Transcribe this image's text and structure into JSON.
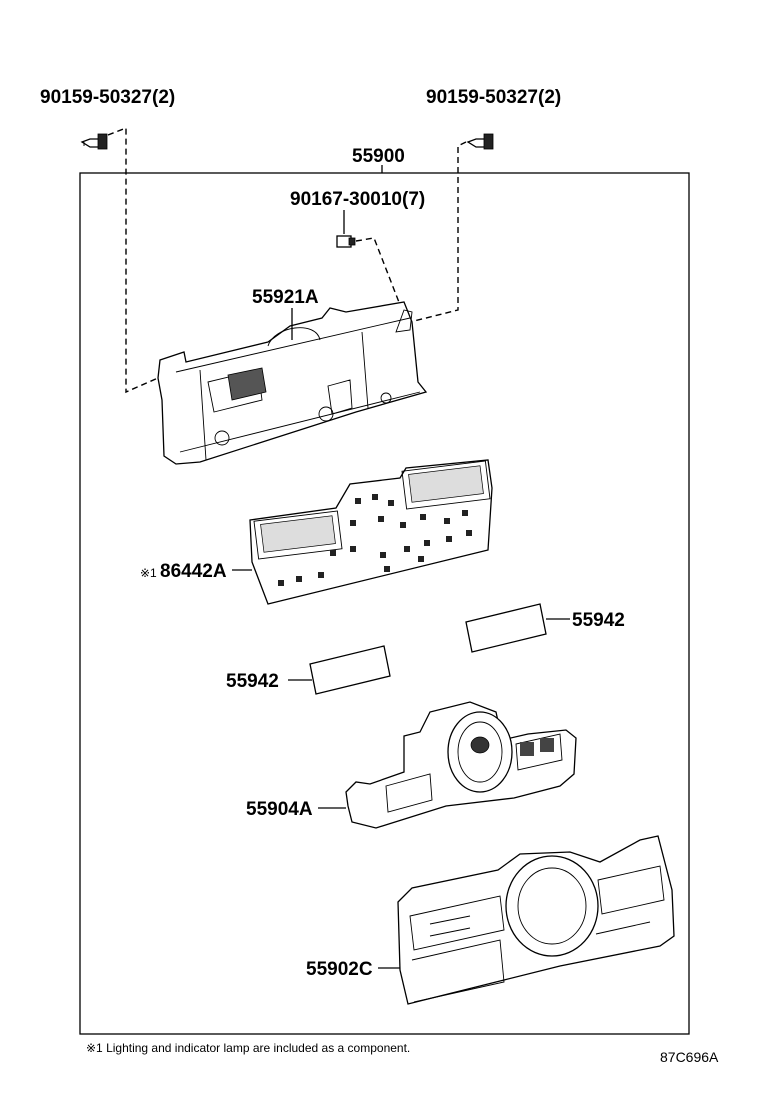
{
  "labels": {
    "bolt_left": "90159-50327(2)",
    "bolt_right": "90159-50327(2)",
    "assembly": "55900",
    "screw": "90167-30010(7)",
    "housing": "55921A",
    "board": "86442A",
    "board_mark": "※1",
    "plate_right": "55942",
    "plate_left": "55942",
    "control_unit": "55904A",
    "panel": "55902C"
  },
  "footnote": "※1 Lighting and indicator lamp are included as a component.",
  "diagram_code": "87C696A"
}
